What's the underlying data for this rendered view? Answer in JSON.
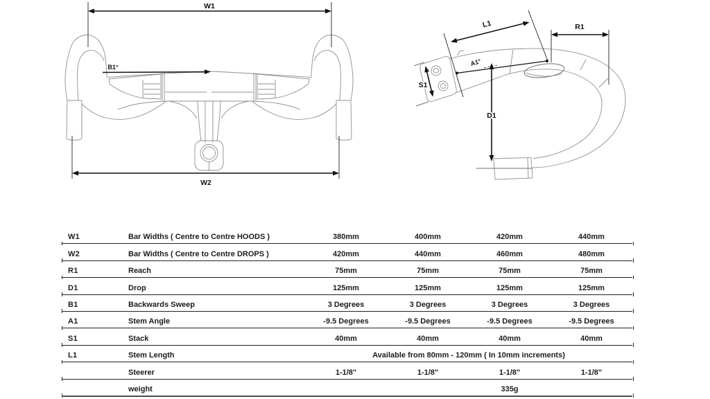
{
  "diagrams": {
    "front_view": {
      "w1": "W1",
      "w2": "W2",
      "b1": "B1°"
    },
    "side_view": {
      "l1": "L1",
      "r1": "R1",
      "a1": "A1°",
      "s1": "S1",
      "d1": "D1"
    }
  },
  "table": {
    "rows": [
      {
        "code": "W1",
        "label": "Bar Widths  ( Centre to Centre HOODS )",
        "values": [
          "380mm",
          "400mm",
          "420mm",
          "440mm"
        ]
      },
      {
        "code": "W2",
        "label": "Bar Widths  ( Centre to Centre DROPS )",
        "values": [
          "420mm",
          "440mm",
          "460mm",
          "480mm"
        ]
      },
      {
        "code": "R1",
        "label": "Reach",
        "values": [
          "75mm",
          "75mm",
          "75mm",
          "75mm"
        ]
      },
      {
        "code": "D1",
        "label": "Drop",
        "values": [
          "125mm",
          "125mm",
          "125mm",
          "125mm"
        ]
      },
      {
        "code": "B1",
        "label": "Backwards Sweep",
        "values": [
          "3 Degrees",
          "3 Degrees",
          "3 Degrees",
          "3 Degrees"
        ]
      },
      {
        "code": "A1",
        "label": "Stem  Angle",
        "values": [
          "-9.5 Degrees",
          "-9.5 Degrees",
          "-9.5 Degrees",
          "-9.5 Degrees"
        ]
      },
      {
        "code": "S1",
        "label": "Stack",
        "values": [
          "40mm",
          "40mm",
          "40mm",
          "40mm"
        ]
      },
      {
        "code": "L1",
        "label": "Stem Length",
        "value": "Available from 80mm - 120mm ( In 10mm increments)"
      },
      {
        "code": "",
        "label": "Steerer",
        "values": [
          "1-1/8\"",
          "1-1/8\"",
          "1-1/8\"",
          "1-1/8\""
        ]
      },
      {
        "code": "",
        "label": "weight",
        "value": "335g"
      }
    ]
  }
}
